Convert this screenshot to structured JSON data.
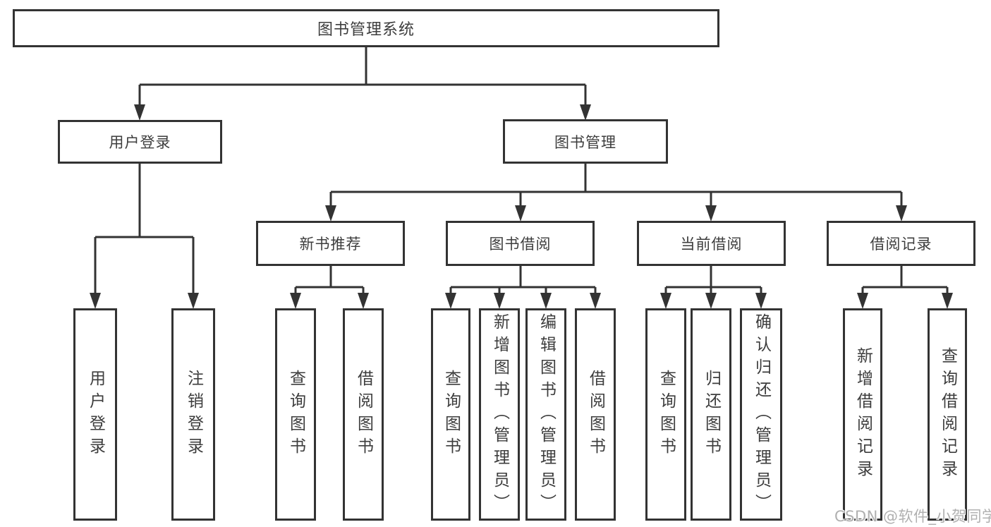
{
  "colors": {
    "line": "#333333",
    "box_border": "#333333",
    "text": "#3d3d3d",
    "background": "#ffffff",
    "watermark": "#b0b0b0"
  },
  "tree": {
    "root": {
      "label": "图书管理系统",
      "children": [
        {
          "label": "用户登录",
          "children": [
            {
              "label": "用户登录"
            },
            {
              "label": "注销登录"
            }
          ]
        },
        {
          "label": "图书管理",
          "children": [
            {
              "label": "新书推荐",
              "children": [
                {
                  "label": "查询图书"
                },
                {
                  "label": "借阅图书"
                }
              ]
            },
            {
              "label": "图书借阅",
              "children": [
                {
                  "label": "查询图书"
                },
                {
                  "label": "新增图书（管理员）"
                },
                {
                  "label": "编辑图书（管理员）"
                },
                {
                  "label": "借阅图书"
                }
              ]
            },
            {
              "label": "当前借阅",
              "children": [
                {
                  "label": "查询图书"
                },
                {
                  "label": "归还图书"
                },
                {
                  "label": "确认归还（管理员）"
                }
              ]
            },
            {
              "label": "借阅记录",
              "children": [
                {
                  "label": "新增借阅记录"
                },
                {
                  "label": "查询借阅记录"
                }
              ]
            }
          ]
        }
      ]
    }
  },
  "watermark": {
    "text": "CSDN @软件_小贺同学"
  }
}
